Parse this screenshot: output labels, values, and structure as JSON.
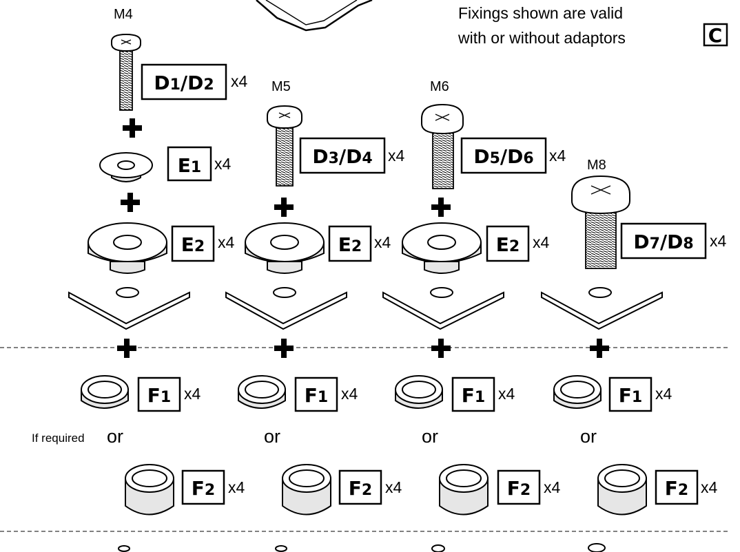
{
  "note": {
    "line1": "Fixings shown are valid",
    "line2": "with or without adaptors",
    "adaptor_code": "C"
  },
  "columns": [
    {
      "size": "M4",
      "screw_code": "D1/D2",
      "screw_qty": "x4",
      "washer_code": "E2",
      "washer_qty": "x4",
      "foot1_code": "F1",
      "foot1_qty": "x4",
      "or": "or",
      "foot2_code": "F2",
      "foot2_qty": "x4"
    },
    {
      "size": "M5",
      "screw_code": "D3/D4",
      "screw_qty": "x4",
      "washer_code": "E2",
      "washer_qty": "x4",
      "foot1_code": "F1",
      "foot1_qty": "x4",
      "or": "or",
      "foot2_code": "F2",
      "foot2_qty": "x4"
    },
    {
      "size": "M6",
      "screw_code": "D5/D6",
      "screw_qty": "x4",
      "washer_code": "E2",
      "washer_qty": "x4",
      "foot1_code": "F1",
      "foot1_qty": "x4",
      "or": "or",
      "foot2_code": "F2",
      "foot2_qty": "x4"
    },
    {
      "size": "M8",
      "screw_code": "D7/D8",
      "screw_qty": "x4",
      "foot1_code": "F1",
      "foot1_qty": "x4",
      "or": "or",
      "foot2_code": "F2",
      "foot2_qty": "x4"
    }
  ],
  "m4_spacer": {
    "code": "E1",
    "qty": "x4"
  },
  "if_required": "If required"
}
